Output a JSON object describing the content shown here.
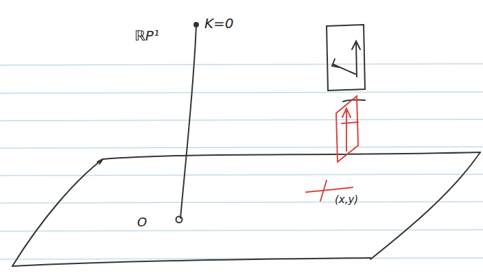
{
  "diagram": {
    "labels": [
      "ℝP¹",
      "K=0",
      "O",
      "(x,y)"
    ]
  }
}
